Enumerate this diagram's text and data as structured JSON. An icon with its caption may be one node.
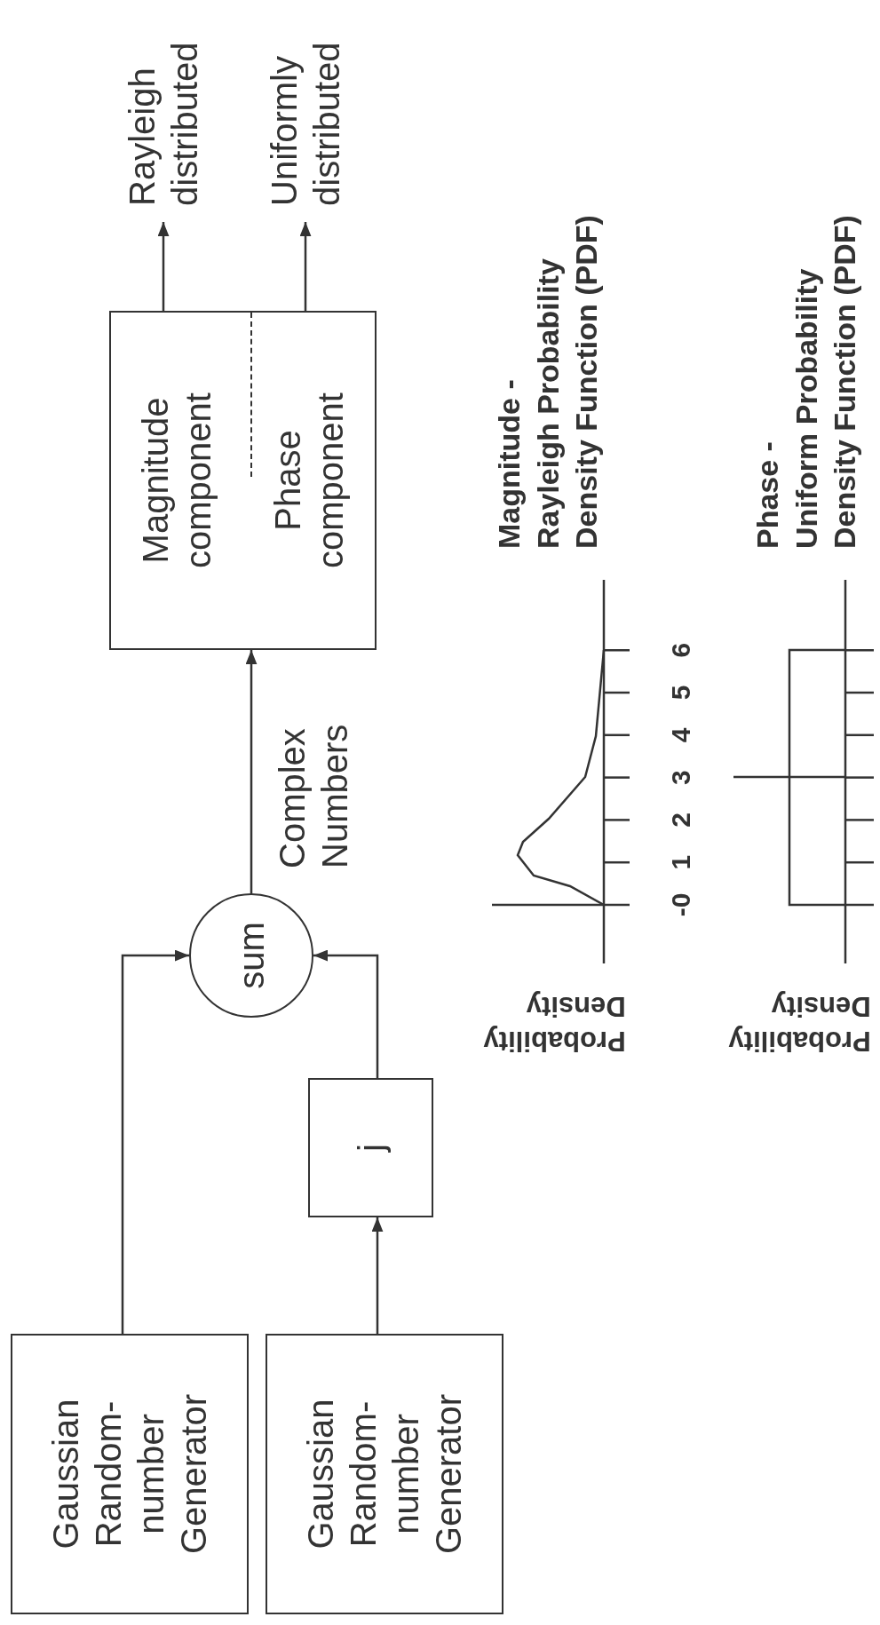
{
  "diagram": {
    "nodes": [
      {
        "text": [
          "Gaussian Random- number Generator"
        ]
      },
      {
        "text": [
          "Gaussian Random- number Generator"
        ]
      },
      {
        "text": [
          "j"
        ]
      },
      {
        "text": [
          "sum"
        ]
      },
      {
        "text": [
          "Magnitude component",
          "Phase component"
        ]
      },
      {
        "text": [
          "Rayleigh distributed"
        ]
      },
      {
        "text": [
          "Uniformly distributed"
        ]
      }
    ],
    "edges": [
      {
        "from": 0,
        "to": 3,
        "arrow": "to"
      },
      {
        "from": 1,
        "to": 2,
        "arrow": "to"
      },
      {
        "from": 2,
        "to": 3,
        "arrow": "to"
      },
      {
        "from": 3,
        "to": 4,
        "arrow": "to",
        "label": "Complex Numbers"
      },
      {
        "from": 4,
        "to": 5,
        "arrow": "to"
      },
      {
        "from": 4,
        "to": 6,
        "arrow": "to"
      }
    ],
    "labels": [
      "Magnitude -",
      "Rayleigh Probability Density Function (PDF)",
      "Probability Density",
      "-0",
      "1",
      "2",
      "3",
      "4",
      "5",
      "6",
      "Phase -",
      "Uniform Probability Density Function (PDF)",
      "Probability Density"
    ]
  }
}
